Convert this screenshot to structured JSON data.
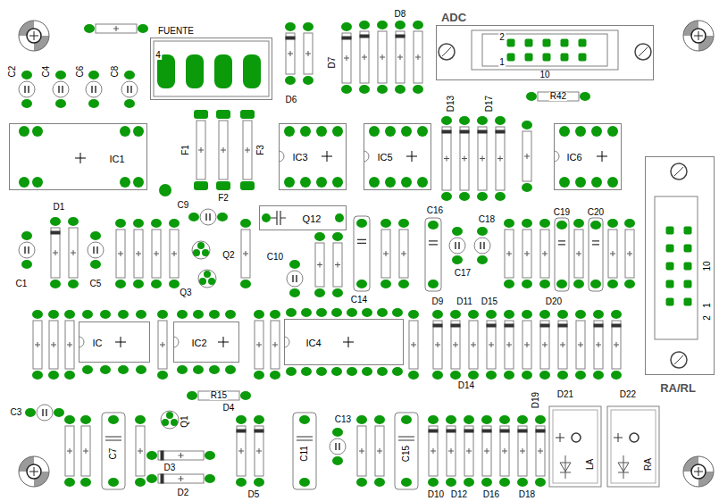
{
  "diagram": {
    "nodes": [
      {
        "text": [
          "FUENTE"
        ]
      },
      {
        "text": [
          "ADC"
        ]
      },
      {
        "text": [
          "IC1"
        ]
      },
      {
        "text": [
          "IC3"
        ]
      },
      {
        "text": [
          "IC5"
        ]
      },
      {
        "text": [
          "IC6"
        ]
      },
      {
        "text": [
          "RA/RL"
        ]
      },
      {
        "text": [
          "Q12"
        ]
      },
      {
        "text": [
          "IC"
        ]
      },
      {
        "text": [
          "IC2"
        ]
      },
      {
        "text": [
          "IC4"
        ]
      }
    ],
    "labels": [
      "C2",
      "C4",
      "C6",
      "C8",
      "4",
      "D6",
      "D7",
      "D8",
      "2",
      "1",
      "10",
      "R42",
      "D13",
      "D17",
      "F1",
      "F2",
      "F3",
      "D1",
      "C1",
      "C5",
      "C9",
      "Q2",
      "Q3",
      "C10",
      "C14",
      "C16",
      "C17",
      "C18",
      "C19",
      "C20",
      "10",
      "2",
      "1",
      "D9",
      "D11",
      "D15",
      "D20",
      "D14",
      "D19",
      "C3",
      "Q1",
      "R15",
      "D4",
      "D3",
      "D2",
      "D5",
      "C7",
      "C11",
      "C13",
      "C15",
      "D10",
      "D12",
      "D16",
      "D18",
      "D21",
      "D22",
      "LA",
      "RA"
    ]
  }
}
